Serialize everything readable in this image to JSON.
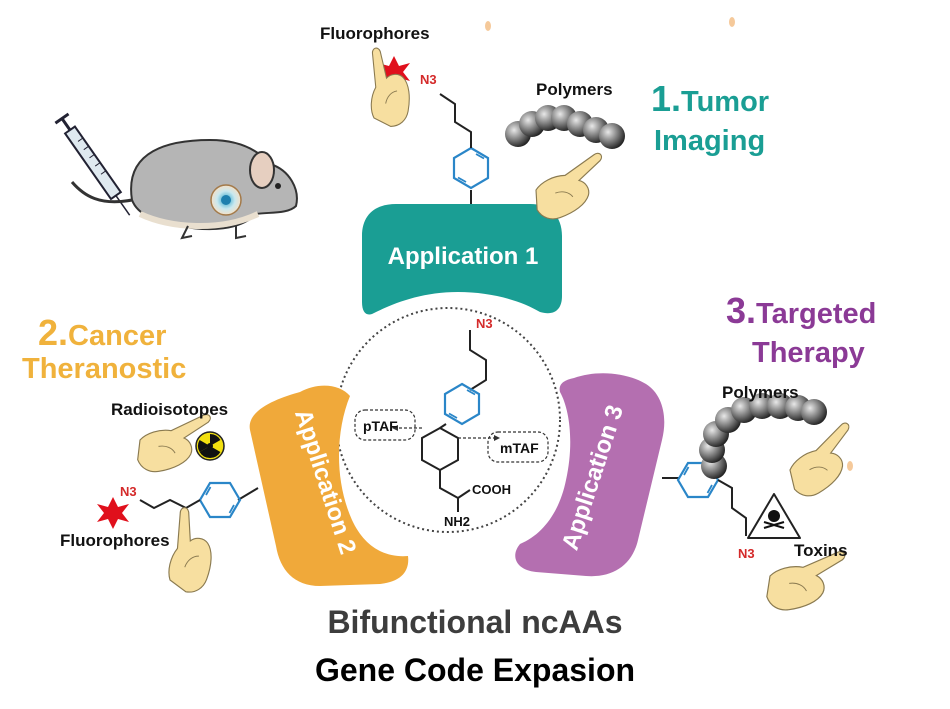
{
  "colors": {
    "app1": "#1a9e94",
    "app2": "#f0a93a",
    "app3": "#b46fb0",
    "teal_text": "#1a9e94",
    "orange_text": "#f0b23c",
    "purple_text": "#8b3a96",
    "tetrazine": "#2a86c8",
    "azide": "#d42a2a",
    "hand": "#f7dfa0"
  },
  "applications": {
    "app1": {
      "label": "Application 1",
      "number": "1.",
      "title_line1": "Tumor",
      "title_line2": "Imaging"
    },
    "app2": {
      "label": "Application 2",
      "number": "2.",
      "title_line1": "Cancer",
      "title_line2": "Theranostic"
    },
    "app3": {
      "label": "Application 3",
      "number": "3.",
      "title_line1": "Targeted",
      "title_line2": "Therapy"
    }
  },
  "payloads": {
    "fluorophores_top": "Fluorophores",
    "polymers_top": "Polymers",
    "radioisotopes": "Radioisotopes",
    "fluorophores_left": "Fluorophores",
    "polymers_right": "Polymers",
    "toxins": "Toxins"
  },
  "molecule": {
    "azide": "N3",
    "ptaf": "pTAF",
    "mtaf": "mTAF",
    "cooh": "COOH",
    "nh2": "NH2"
  },
  "footer": {
    "line1": "Bifunctional ncAAs",
    "line2": "Gene Code Expasion"
  },
  "icons": [
    "syringe-icon",
    "mouse-icon",
    "radiation-icon",
    "toxin-skull-icon",
    "explosion-icon",
    "hand-icon",
    "polymer-chain-icon"
  ]
}
